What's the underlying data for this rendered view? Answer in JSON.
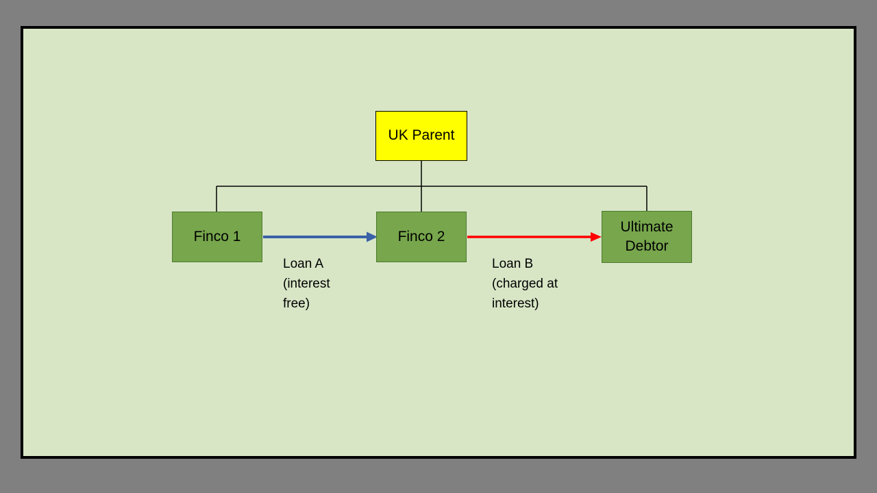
{
  "diagram": {
    "nodes": {
      "uk_parent": {
        "label": "UK Parent"
      },
      "finco1": {
        "label": "Finco 1"
      },
      "finco2": {
        "label": "Finco 2"
      },
      "ultimate_debtor": {
        "label": "Ultimate Debtor"
      }
    },
    "arrows": {
      "loan_a": {
        "label": "Loan A\n(interest\nfree)"
      },
      "loan_b": {
        "label": "Loan B\n(charged at\ninterest)"
      }
    }
  },
  "colors": {
    "outer-bg": "#808080",
    "slide-bg": "#D8E6C6",
    "slide-border": "#000000",
    "node-green": "#77A64C",
    "node-green-border": "#4C7A2B",
    "node-yellow": "#FFFF00",
    "node-border": "#000000",
    "connector": "#000000",
    "arrow-blue": "#3A62A8",
    "arrow-red": "#FF0000",
    "text": "#000000"
  }
}
